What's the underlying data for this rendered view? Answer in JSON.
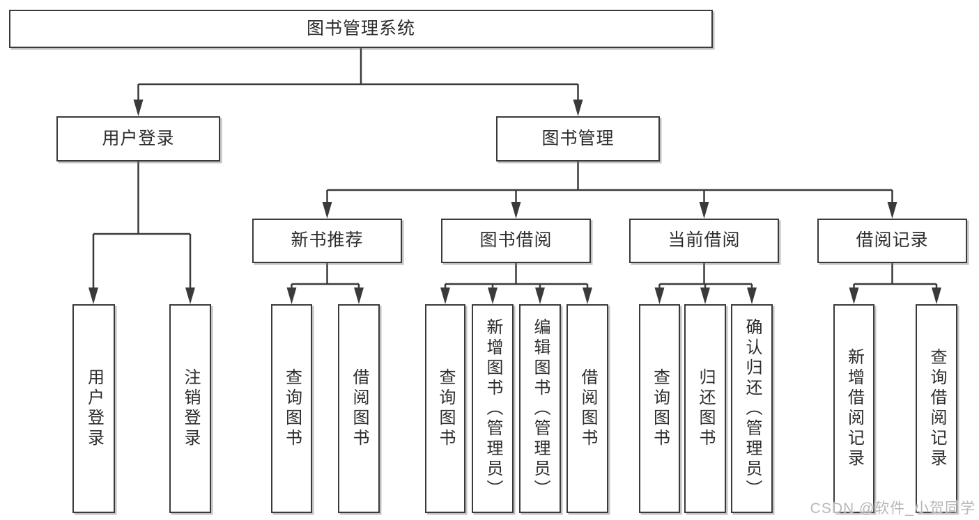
{
  "watermark": "CSDN @软件_小贺同学",
  "colors": {
    "line": "#3a3a3a",
    "box_border": "#3a3a3a",
    "box_background": "#ffffff",
    "text": "#2d2d2d",
    "watermark_text": "#b9b6b6"
  },
  "tree": {
    "root": {
      "label": "图书管理系统"
    },
    "children": [
      {
        "label": "用户登录",
        "children": [
          {
            "label": "用户登录"
          },
          {
            "label": "注销登录"
          }
        ]
      },
      {
        "label": "图书管理",
        "children": [
          {
            "label": "新书推荐",
            "children": [
              {
                "label": "查询图书"
              },
              {
                "label": "借阅图书"
              }
            ]
          },
          {
            "label": "图书借阅",
            "children": [
              {
                "label": "查询图书"
              },
              {
                "label": "新增图书（管理员）"
              },
              {
                "label": "编辑图书（管理员）"
              },
              {
                "label": "借阅图书"
              }
            ]
          },
          {
            "label": "当前借阅",
            "children": [
              {
                "label": "查询图书"
              },
              {
                "label": "归还图书"
              },
              {
                "label": "确认归还（管理员）"
              }
            ]
          },
          {
            "label": "借阅记录",
            "children": [
              {
                "label": "新增借阅记录"
              },
              {
                "label": "查询借阅记录"
              }
            ]
          }
        ]
      }
    ]
  }
}
